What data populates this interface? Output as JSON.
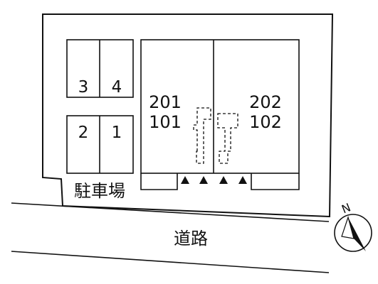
{
  "parking": {
    "slots": [
      "3",
      "4",
      "2",
      "1"
    ],
    "label": "駐車場"
  },
  "building": {
    "units": [
      {
        "upper": "201",
        "lower": "101"
      },
      {
        "upper": "202",
        "lower": "102"
      }
    ]
  },
  "road": {
    "label": "道路"
  },
  "compass": {
    "letter": "N"
  }
}
